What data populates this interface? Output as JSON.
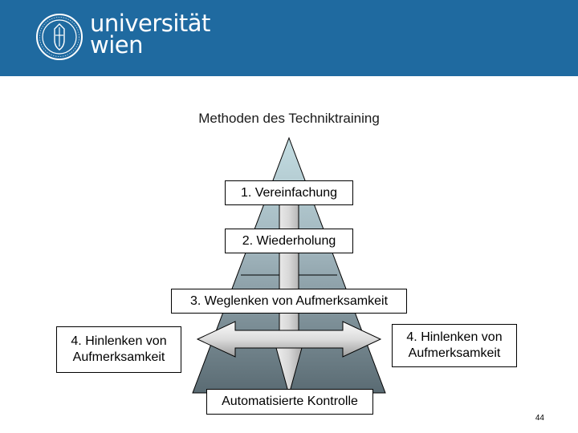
{
  "header": {
    "brand_line1": "universität",
    "brand_line2": "wien",
    "colors": {
      "header_bg": "#1f6aa0",
      "brand_text": "#ffffff"
    },
    "logo_icon": "university-seal-icon"
  },
  "slide": {
    "title": "Methoden des Techniktraining",
    "page_number": "44"
  },
  "diagram": {
    "levels": [
      "1. Vereinfachung",
      "2. Wiederholung",
      "3. Weglenken von Aufmerksamkeit"
    ],
    "left_box": "4. Hinlenken von Aufmerksamkeit",
    "right_box": "4. Hinlenken von Aufmerksamkeit",
    "bottom_box": "Automatisierte Kontrolle",
    "colors": {
      "pyramid_top": "#c3dde2",
      "pyramid_bottom": "#5a6b73",
      "arrow_light": "#f4f4f4",
      "arrow_dark": "#9a9a9a"
    }
  }
}
